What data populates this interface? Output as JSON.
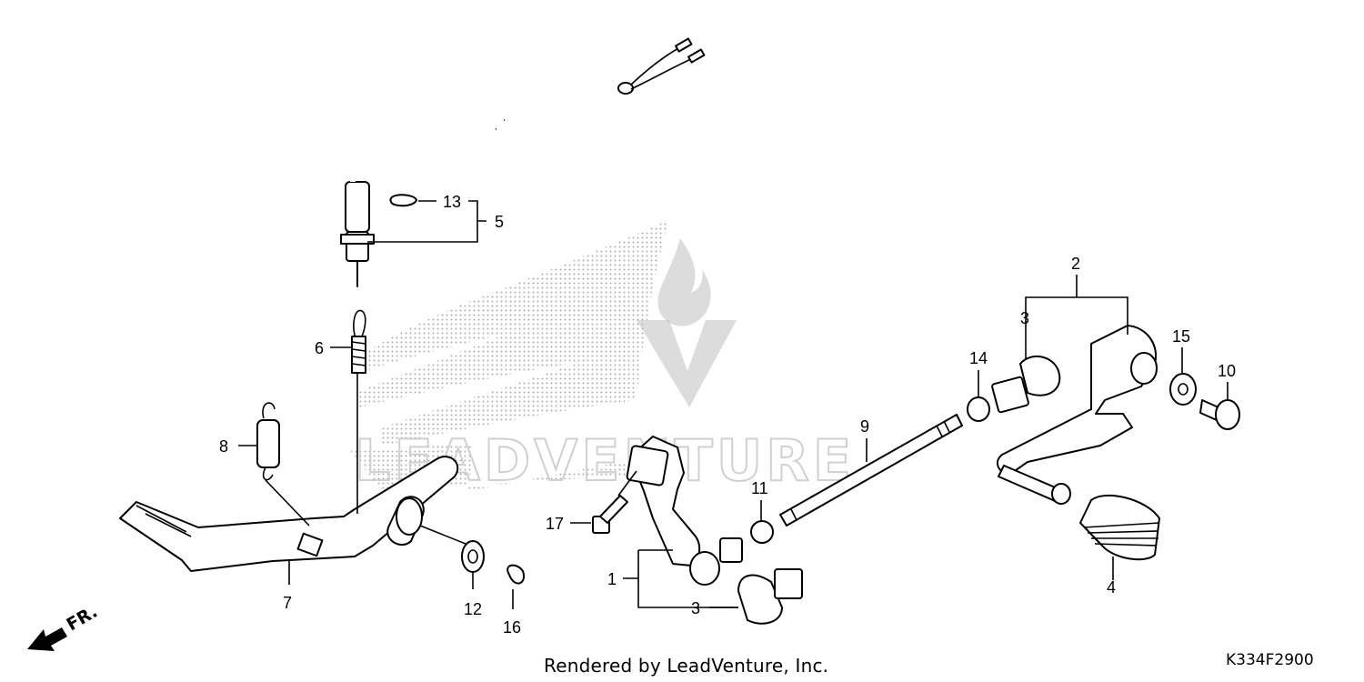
{
  "watermark": {
    "text": "LEADVENTURE",
    "logo": "honda-wing-logo"
  },
  "callouts": {
    "c1": "1",
    "c2": "2",
    "c3a": "3",
    "c3b": "3",
    "c4": "4",
    "c5": "5",
    "c6": "6",
    "c7": "7",
    "c8": "8",
    "c9": "9",
    "c10": "10",
    "c11": "11",
    "c12": "12",
    "c13": "13",
    "c14": "14",
    "c15": "15",
    "c16": "16",
    "c17": "17"
  },
  "direction": {
    "label": "FR.",
    "icon": "front-direction-arrow-icon"
  },
  "footer": {
    "credit": "Rendered by LeadVenture, Inc.",
    "diagram_code": "K334F2900"
  }
}
